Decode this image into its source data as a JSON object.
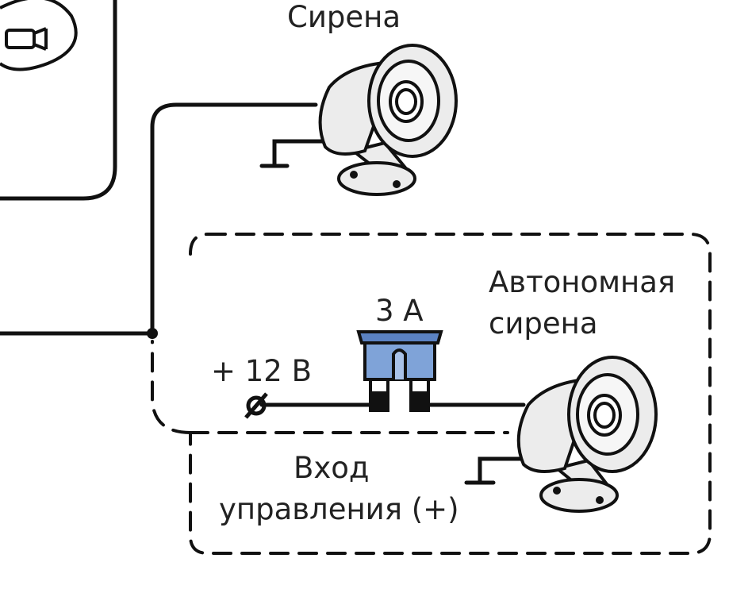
{
  "labels": {
    "siren_main": "Сирена",
    "autonomous_line1": "Автономная",
    "autonomous_line2": "сирена",
    "fuse_rating": "3 А",
    "power_plus": "+ 12 В",
    "control_line1": "Вход",
    "control_line2": "управления (+)"
  },
  "colors": {
    "line": "#111111",
    "fuse_body": "#7fa3d8",
    "fuse_top": "#5b82c2",
    "siren_fill": "#ececec",
    "text": "#222222"
  },
  "icons": {
    "siren": "horn-siren-icon",
    "fuse": "blade-fuse-icon",
    "terminal": "terminal-symbol-icon",
    "ground": "ground-symbol-icon",
    "lamp": "lamp-bulb-icon"
  }
}
